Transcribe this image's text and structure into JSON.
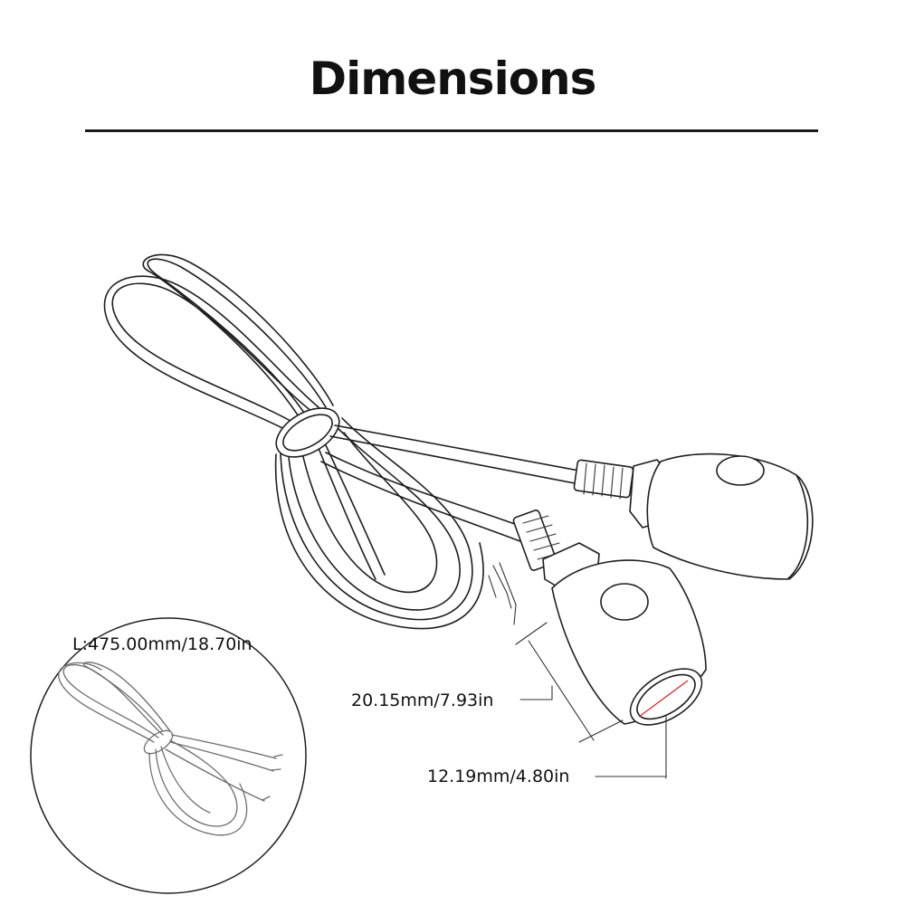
{
  "header": {
    "title": "Dimensions"
  },
  "dimensions": {
    "cable_length": "L:475.00mm/18.70in",
    "body_length": "20.15mm/7.93in",
    "lens_diameter": "12.19mm/4.80in"
  },
  "colors": {
    "line": "#1e1e1e",
    "lens_accent": "#d92b2b",
    "inset_line": "#6d6d6d"
  }
}
